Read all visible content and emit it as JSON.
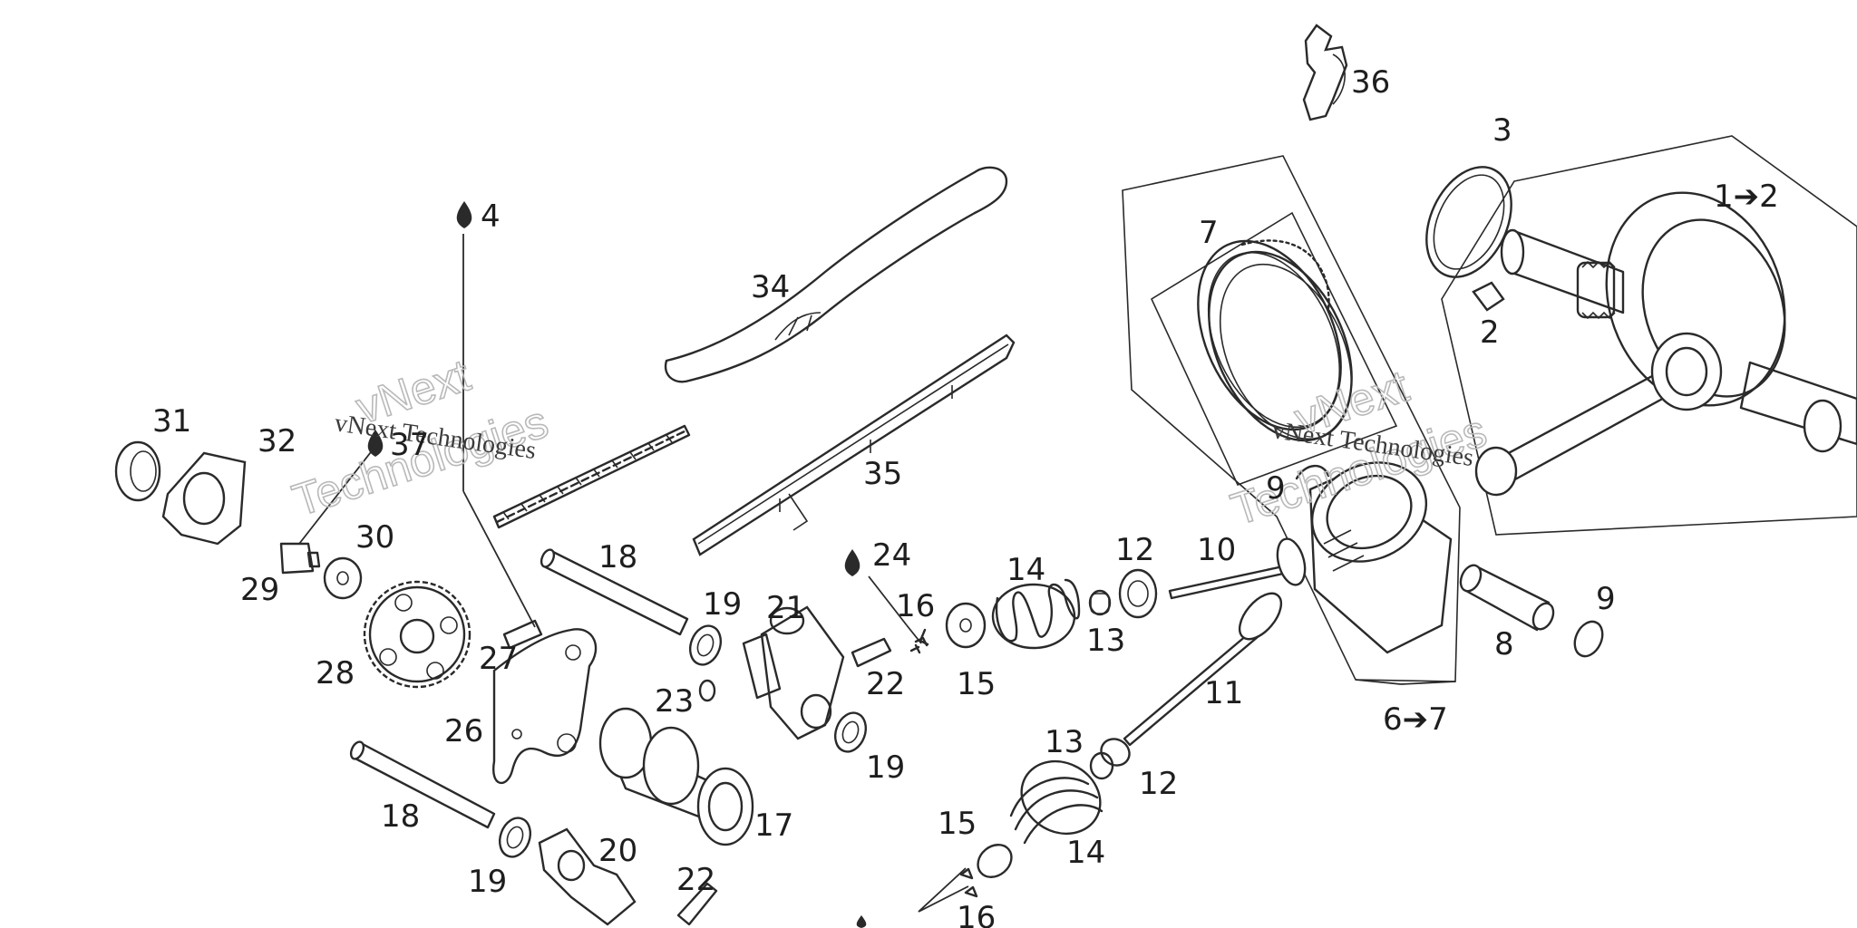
{
  "labels": {
    "l1_2": "1➔2",
    "l2": "2",
    "l3": "3",
    "l4": "4",
    "l6_7": "6➔7",
    "l7": "7",
    "l8": "8",
    "l9a": "9",
    "l9b": "9",
    "l10": "10",
    "l11": "11",
    "l12a": "12",
    "l12b": "12",
    "l13a": "13",
    "l13b": "13",
    "l14a": "14",
    "l14b": "14",
    "l15a": "15",
    "l15b": "15",
    "l16a": "16",
    "l16b": "16",
    "l17": "17",
    "l18a": "18",
    "l18b": "18",
    "l19a": "19",
    "l19b": "19",
    "l19c": "19",
    "l20": "20",
    "l21": "21",
    "l22a": "22",
    "l22b": "22",
    "l23": "23",
    "l24": "24",
    "l26": "26",
    "l27": "27",
    "l28": "28",
    "l29": "29",
    "l30": "30",
    "l31": "31",
    "l32": "32",
    "l34": "34",
    "l35": "35",
    "l36": "36",
    "l37": "37"
  },
  "watermarks": [
    {
      "logo": "vNext",
      "line2": "Technologies",
      "caption": "vNext Technologies"
    },
    {
      "logo": "vNext",
      "line2": "Technologies",
      "caption": "vNext Technologies"
    }
  ],
  "colors": {
    "line": "#2a2a2a",
    "watermark": "#b9b9b9",
    "background": "#ffffff"
  }
}
